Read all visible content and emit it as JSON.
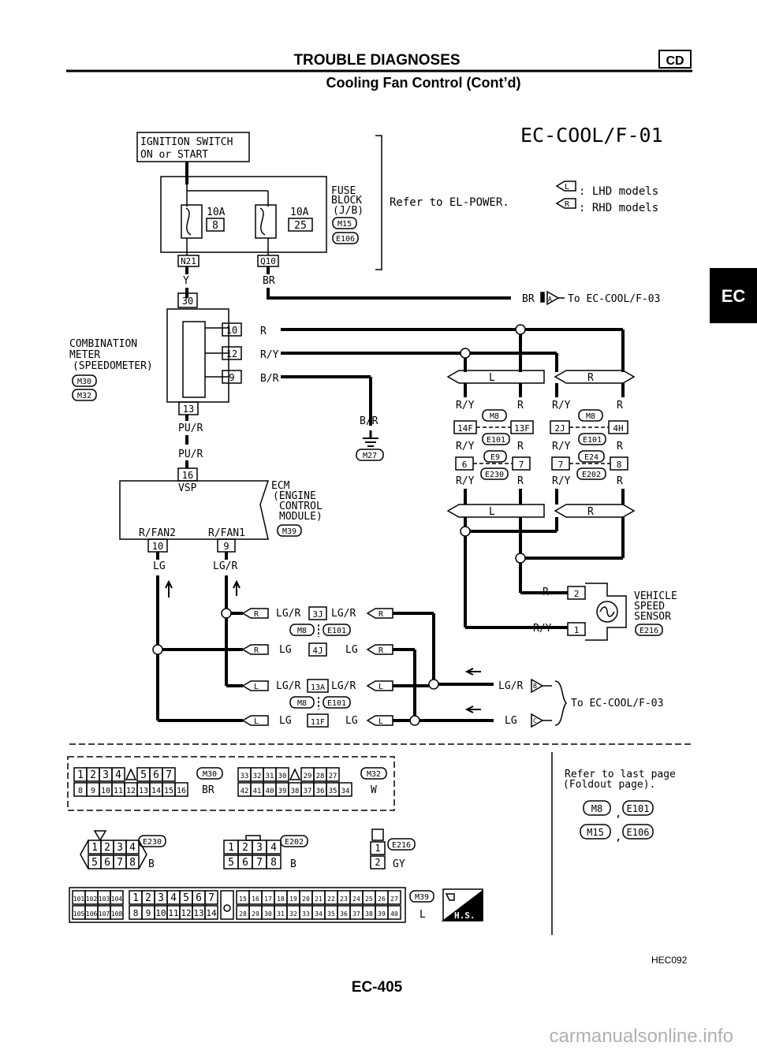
{
  "header": {
    "title": "TROUBLE DIAGNOSES",
    "subtitle": "Cooling Fan Control (Cont’d)",
    "badge": "CD"
  },
  "side_tab": "EC",
  "diagram_code": "EC-COOL/F-01",
  "ignition": {
    "line1": "IGNITION SWITCH",
    "line2": "ON or START"
  },
  "fuse": {
    "f1_amp": "10A",
    "f1_no": "8",
    "f2_amp": "10A",
    "f2_no": "25",
    "block_l1": "FUSE",
    "block_l2": "BLOCK",
    "block_l3": "(J/B)",
    "conn1": "M15",
    "conn2": "E106",
    "pin1": "N21",
    "pin2": "Q10"
  },
  "refer_power": "Refer to EL-POWER.",
  "legend": {
    "l_code": "L",
    "l_text": ": LHD models",
    "r_code": "R",
    "r_text": ": RHD models"
  },
  "wires": {
    "y": "Y",
    "br": "BR",
    "r": "R",
    "ry": "R/Y",
    "br2": "B/R",
    "pur": "PU/R",
    "lg": "LG",
    "lgr": "LG/R"
  },
  "to_cool03": "To EC-COOL/F-03",
  "conn_a": "A",
  "conn_b": "B",
  "conn_c": "C",
  "meter": {
    "line1": "COMBINATION",
    "line2": "METER",
    "line3": "(SPEEDOMETER)",
    "c1": "M30",
    "c2": "M32",
    "p30": "30",
    "p10": "10",
    "p12": "12",
    "p9": "9",
    "p13": "13"
  },
  "ground": {
    "wire": "B/R",
    "conn": "M27"
  },
  "ecm": {
    "pin_vsp": "16",
    "vsp": "VSP",
    "line1": "ECM",
    "line2": "(ENGINE",
    "line3": "CONTROL",
    "line4": "MODULE)",
    "conn": "M39",
    "fan2": "R/FAN2",
    "fan1": "R/FAN1",
    "p_fan2": "10",
    "p_fan1": "9"
  },
  "harness": {
    "m8": "M8",
    "e101": "E101",
    "e9": "E9",
    "e230": "E230",
    "e24": "E24",
    "e202": "E202",
    "p14f": "14F",
    "p13f": "13F",
    "p2j": "2J",
    "p4h": "4H",
    "p6": "6",
    "p7": "7",
    "p7b": "7",
    "p8": "8"
  },
  "lower_conn": {
    "p3j": "3J",
    "p4j": "4J",
    "p13a": "13A",
    "p11f": "11F"
  },
  "sensor": {
    "line1": "VEHICLE",
    "line2": "SPEED",
    "line3": "SENSOR",
    "conn": "E216",
    "p2": "2",
    "p1": "1"
  },
  "footer": {
    "refer_l1": "Refer to last page",
    "refer_l2": "(Foldout page).",
    "m8": "M8",
    "e101": "E101",
    "m15": "M15",
    "e106": "E106",
    "comma": ",",
    "m30_pins_top": [
      "1",
      "2",
      "3",
      "4",
      "",
      "5",
      "6",
      "7"
    ],
    "m30_pins_bot": [
      "8",
      "9",
      "10",
      "11",
      "12",
      "13",
      "14",
      "15",
      "16"
    ],
    "m30": "M30",
    "m30_color": "BR",
    "m32_pins_top": [
      "33",
      "32",
      "31",
      "30",
      "",
      "29",
      "28",
      "27"
    ],
    "m32_pins_bot": [
      "42",
      "41",
      "40",
      "39",
      "38",
      "37",
      "36",
      "35",
      "34"
    ],
    "m32": "M32",
    "m32_color": "W",
    "e230_top": [
      "1",
      "2",
      "3",
      "4"
    ],
    "e230_bot": [
      "5",
      "6",
      "7",
      "8"
    ],
    "e230": "E230",
    "e230_color": "B",
    "e202_top": [
      "1",
      "2",
      "3",
      "4"
    ],
    "e202_bot": [
      "5",
      "6",
      "7",
      "8"
    ],
    "e202": "E202",
    "e202_color": "B",
    "e216_pins": [
      "1",
      "2"
    ],
    "e216": "E216",
    "e216_color": "GY",
    "m39_g1_top": [
      "101",
      "102",
      "103",
      "104"
    ],
    "m39_g1_bot": [
      "105",
      "106",
      "107",
      "108"
    ],
    "m39_g2_top": [
      "1",
      "2",
      "3",
      "4",
      "5",
      "6",
      "7"
    ],
    "m39_g2_bot": [
      "8",
      "9",
      "10",
      "11",
      "12",
      "13",
      "14"
    ],
    "m39_g3_top": [
      "15",
      "16",
      "17",
      "18",
      "19",
      "20",
      "21",
      "22",
      "23",
      "24",
      "25",
      "26",
      "27"
    ],
    "m39_g3_bot": [
      "28",
      "29",
      "30",
      "31",
      "32",
      "33",
      "34",
      "35",
      "36",
      "37",
      "38",
      "39",
      "40"
    ],
    "m39": "M39",
    "m39_color": "L",
    "hs": "H.S."
  },
  "doc_code": "HEC092",
  "page_number": "EC-405",
  "watermark": "carmanualsonline.info"
}
